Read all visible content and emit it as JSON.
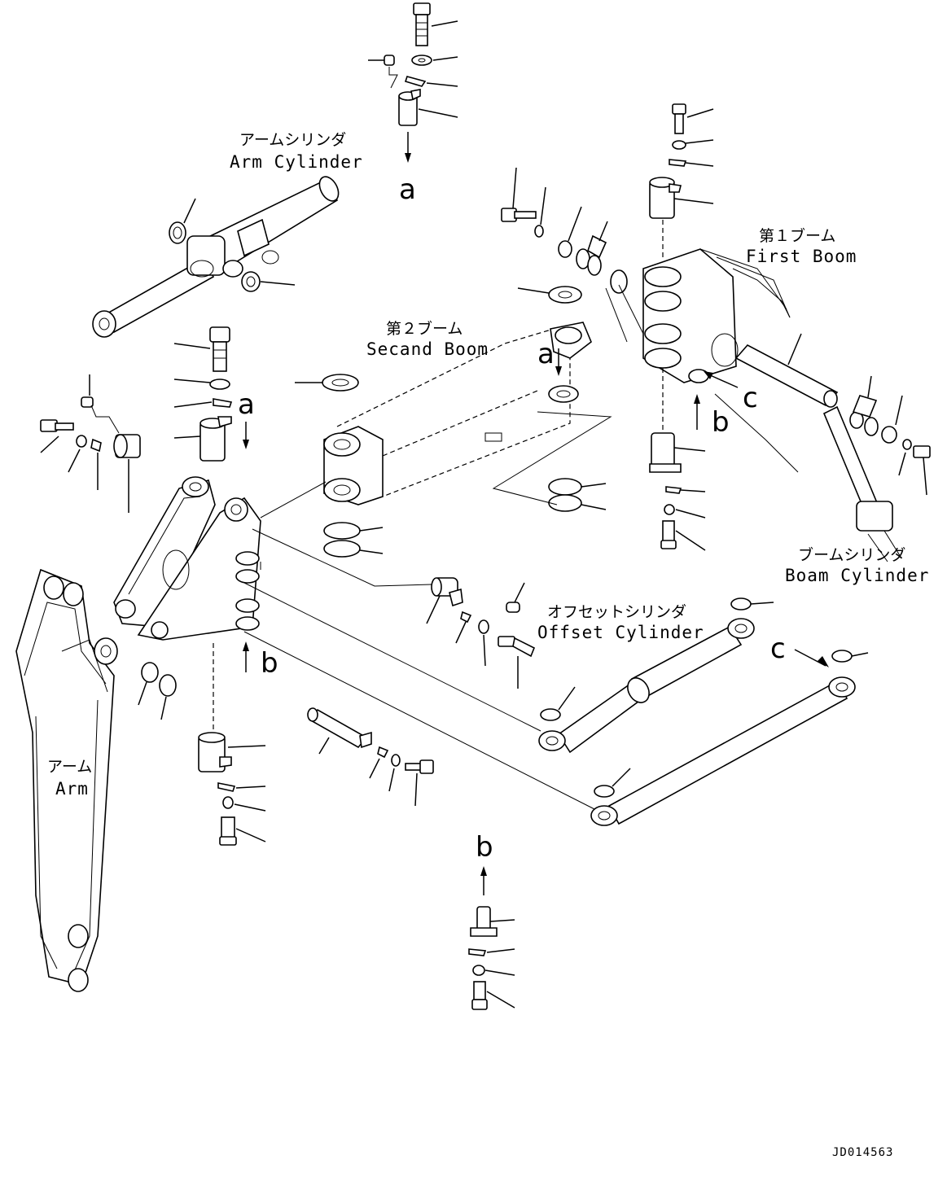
{
  "labels": {
    "arm_cylinder_jp": "アームシリンダ",
    "arm_cylinder_en": "Arm Cylinder",
    "first_boom_jp": "第１ブーム",
    "first_boom_en": "First Boom",
    "second_boom_jp": "第２ブーム",
    "second_boom_en": "Secand Boom",
    "boom_cylinder_jp": "ブームシリンダ",
    "boom_cylinder_en": "Boam Cylinder",
    "offset_cylinder_jp": "オフセットシリンダ",
    "offset_cylinder_en": "Offset Cylinder",
    "arm_jp": "アーム",
    "arm_en": "Arm"
  },
  "view_markers": {
    "a": "a",
    "b": "b",
    "c": "c"
  },
  "drawing_number": "JD014563"
}
